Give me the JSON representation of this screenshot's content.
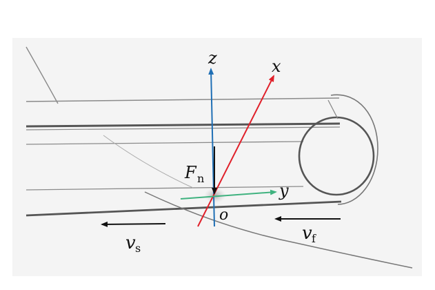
{
  "diagram": {
    "labels": {
      "z": "z",
      "x": "x",
      "y": "y",
      "origin": "o",
      "force": "F",
      "force_sub": "n",
      "vs": "v",
      "vs_sub": "s",
      "vf": "v",
      "vf_sub": "f"
    },
    "colors": {
      "z_axis": "#1f6fb5",
      "x_axis": "#e0202a",
      "y_axis": "#3fb27f",
      "force": "#111111",
      "velocity": "#111111",
      "panel_background": "#f4f4f4",
      "belt_lines": "#7a7a7a"
    }
  }
}
